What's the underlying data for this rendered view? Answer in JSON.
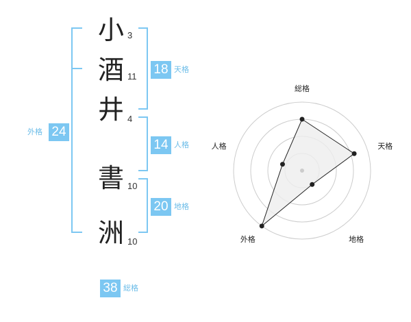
{
  "name": {
    "chars": [
      {
        "char": "小",
        "strokes": "3"
      },
      {
        "char": "酒",
        "strokes": "11"
      },
      {
        "char": "井",
        "strokes": "4"
      },
      {
        "char": "書",
        "strokes": "10"
      },
      {
        "char": "洲",
        "strokes": "10"
      }
    ]
  },
  "fortune": {
    "tenkaku": {
      "value": "18",
      "label": "天格"
    },
    "jinkaku": {
      "value": "14",
      "label": "人格"
    },
    "chikaku": {
      "value": "20",
      "label": "地格"
    },
    "gaikaku": {
      "value": "24",
      "label": "外格"
    },
    "soukaku": {
      "value": "38",
      "label": "総格"
    }
  },
  "chart_data": {
    "type": "radar",
    "axes": [
      "総格",
      "天格",
      "地格",
      "外格",
      "人格"
    ],
    "values": [
      0.75,
      0.8,
      0.25,
      1.0,
      0.3
    ],
    "rings": 4,
    "line_color": "#222222",
    "fill_color": "#eeeeee",
    "grid_color": "#cccccc"
  },
  "colors": {
    "accent": "#7cc7f2",
    "label": "#6bbce8"
  }
}
